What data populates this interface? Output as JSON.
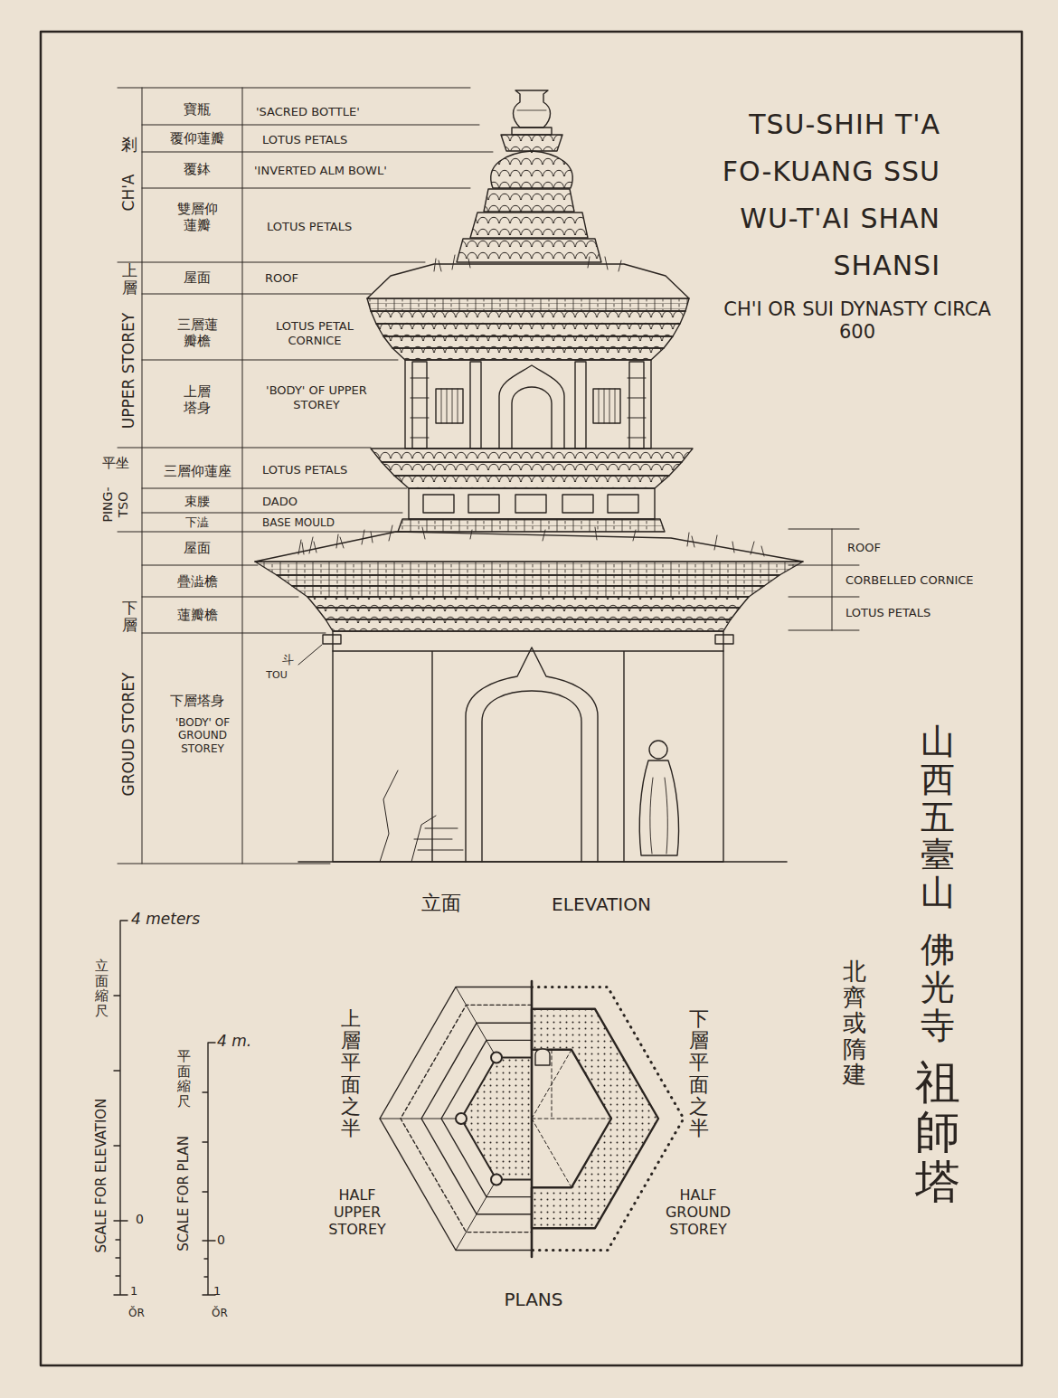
{
  "diagram": {
    "title": "TSU-SHIH T'A FO-KUANG SSU WU-T'AI SHAN SHANSI",
    "labels": [
      "剎",
      "CH'A",
      "上層",
      "UPPER STOREY",
      "平坐",
      "PING-TSO",
      "下層",
      "GROUD STOREY",
      "寶瓶",
      "覆仰蓮瓣",
      "覆鉢",
      "雙層仰蓮瓣",
      "屋面",
      "三層蓮瓣檐",
      "上層塔身",
      "三層仰蓮座",
      "束腰",
      "下澁",
      "屋面",
      "疊澁檐",
      "蓮瓣檐",
      "下層塔身",
      "'BODY' OF GROUND STOREY",
      "'SACRED BOTTLE'",
      "LOTUS PETALS",
      "'INVERTED ALM BOWL'",
      "LOTUS PETALS",
      "ROOF",
      "LOTUS PETAL CORNICE",
      "'BODY' OF UPPER STOREY",
      "LOTUS PETALS",
      "DADO",
      "BASE MOULD",
      "ROOF",
      "CORBELLED CORNICE",
      "LOTUS PETALS",
      "斗",
      "TOU",
      "CH'I OR SUI DYNASTY CIRCA 600",
      "山西五臺山",
      "佛光寺",
      "祖師塔",
      "北齊或隋建",
      "立面",
      "ELEVATION",
      "4 meters",
      "立面縮尺",
      "SCALE FOR ELEVATION",
      "0",
      "1",
      "ŎR",
      "4 m.",
      "平面縮尺",
      "SCALE FOR PLAN",
      "0",
      "1",
      "ŎR",
      "上層平面之半",
      "HALF UPPER STOREY",
      "下層平面之半",
      "HALF GROUND STOREY",
      "PLANS"
    ]
  }
}
